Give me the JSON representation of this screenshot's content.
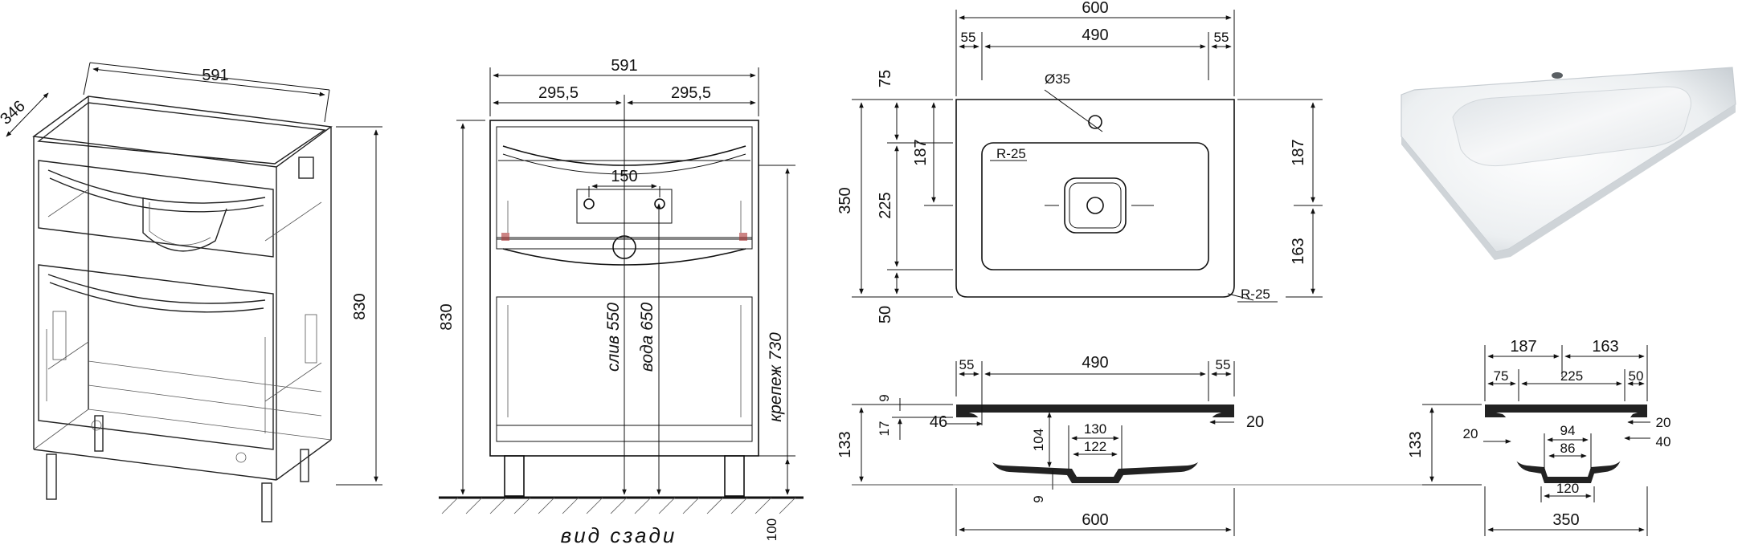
{
  "iso_view": {
    "width_label": "591",
    "depth_label": "346",
    "height_label": "830"
  },
  "rear_view": {
    "width_label": "591",
    "half_left_label": "295,5",
    "half_right_label": "295,5",
    "spacing_label": "150",
    "height_label": "830",
    "drain_label": "слив 550",
    "water_label": "вода 650",
    "mount_label": "крепеж 730",
    "leg_label": "100",
    "caption": "вид сзади"
  },
  "top_view": {
    "overall_width": "600",
    "margin_left": "55",
    "inner_width": "490",
    "margin_right": "55",
    "hole_label": "Ø35",
    "corner_inner": "R-25",
    "corner_outer": "R-25",
    "left_overall_height": "350",
    "left_top": "75",
    "left_187": "187",
    "left_225": "225",
    "left_bottom": "50",
    "right_top": "187",
    "right_bottom": "163"
  },
  "front_section": {
    "margin_left": "55",
    "inner_width": "490",
    "margin_right": "55",
    "thickness_top": "9",
    "edge_17": "17",
    "height_133": "133",
    "rim_46": "46",
    "rim_20": "20",
    "depth_104": "104",
    "drain_130": "130",
    "drain_122": "122",
    "bottom_9": "9",
    "overall_width": "600"
  },
  "side_section": {
    "top_187": "187",
    "top_163": "163",
    "sub_75": "75",
    "sub_225": "225",
    "sub_50": "50",
    "height_133": "133",
    "rim_left_20": "20",
    "rim_right_20": "20",
    "rim_right_40": "40",
    "drain_94": "94",
    "drain_86": "86",
    "bottom_120": "120",
    "overall_width": "350"
  }
}
